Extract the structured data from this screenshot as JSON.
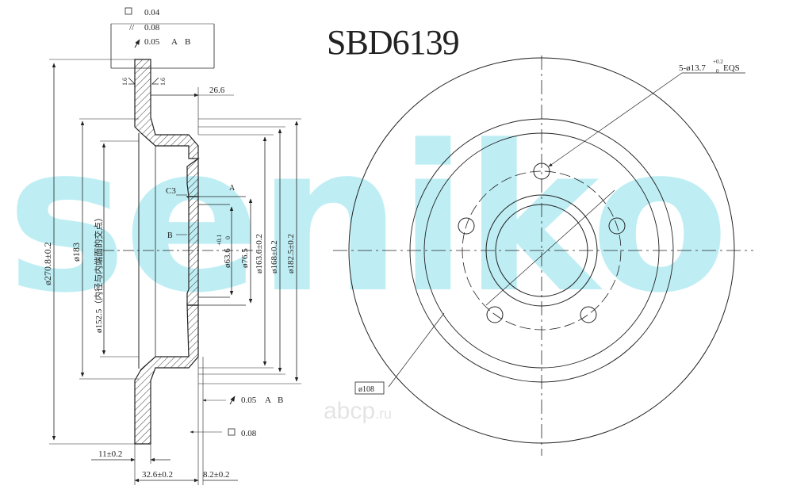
{
  "part_number": "SBD6139",
  "watermark": "seniko",
  "site_logo": {
    "name": "abcp",
    "suffix": ".ru"
  },
  "tolerance_frame_top": {
    "flatness": "0.04",
    "parallelism": "0.08",
    "runout": "0.05",
    "datum_a": "A",
    "datum_b": "B"
  },
  "tolerance_frame_bottom": {
    "runout": "0.05",
    "datum_a": "A",
    "datum_b": "B",
    "flatness": "0.08"
  },
  "surface_roughness": {
    "left": "1.6",
    "right": "1.6"
  },
  "datum_labels": {
    "a": "A",
    "b": "B"
  },
  "chamfer": "C3",
  "dimensions": {
    "offset_top": "26.6",
    "dia_outer": "ø270.8±0.2",
    "dia_183": "ø183",
    "dia_152_5": "ø152.5（内径与内端面的交点）",
    "dia_pilot": "ø63.6",
    "dia_pilot_tol_upper": "+0.1",
    "dia_pilot_tol_lower": "0",
    "dia_76_5": "ø76.5",
    "dia_163_6": "ø163.6±0.2",
    "dia_168": "ø168±0.2",
    "dia_182_5": "ø182.5±0.2",
    "thickness": "11±0.2",
    "total_height": "32.6±0.2",
    "hat_thickness": "8.2±0.2",
    "bolt_holes": "5-ø13.7",
    "bolt_holes_tol_upper": "+0.2",
    "bolt_holes_tol_lower": "0",
    "bolt_holes_suffix": "EQS",
    "pcd": "ø108"
  }
}
